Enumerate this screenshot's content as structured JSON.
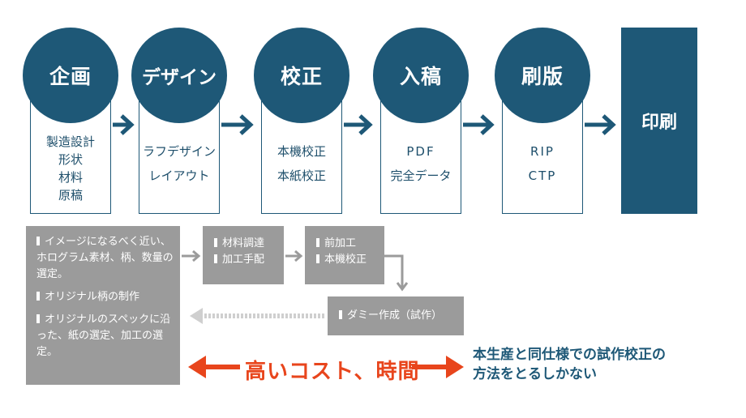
{
  "stages": [
    {
      "title": "企画",
      "lines": [
        "製造設計",
        "形状",
        "材料",
        "原稿"
      ]
    },
    {
      "title": "デザイン",
      "lines": [
        "ラフデザイン",
        "レイアウト"
      ]
    },
    {
      "title": "校正",
      "lines": [
        "本機校正",
        "本紙校正"
      ]
    },
    {
      "title": "入稿",
      "lines": [
        "PDF",
        "完全データ"
      ]
    },
    {
      "title": "刷版",
      "lines": [
        "RIP",
        "CTP"
      ]
    }
  ],
  "final_stage": "印刷",
  "gray_main": {
    "item1": "イメージになるべく近い、ホログラム素材、柄、数量の選定。",
    "item2": "オリジナル柄の制作",
    "item3": "オリジナルのスペックに沿った、紙の選定、加工の選定。"
  },
  "box_material": [
    "材料調達",
    "加工手配"
  ],
  "box_process": [
    "前加工",
    "本機校正"
  ],
  "box_dummy": "ダミー作成（試作）",
  "cost_label": "高いコスト、時間",
  "note_lines": [
    "本生産と同仕様での試作校正の",
    "方法をとるしかない"
  ],
  "colors": {
    "navy": "#1e5877",
    "gray": "#9b9b9b",
    "orange": "#e8451c"
  }
}
